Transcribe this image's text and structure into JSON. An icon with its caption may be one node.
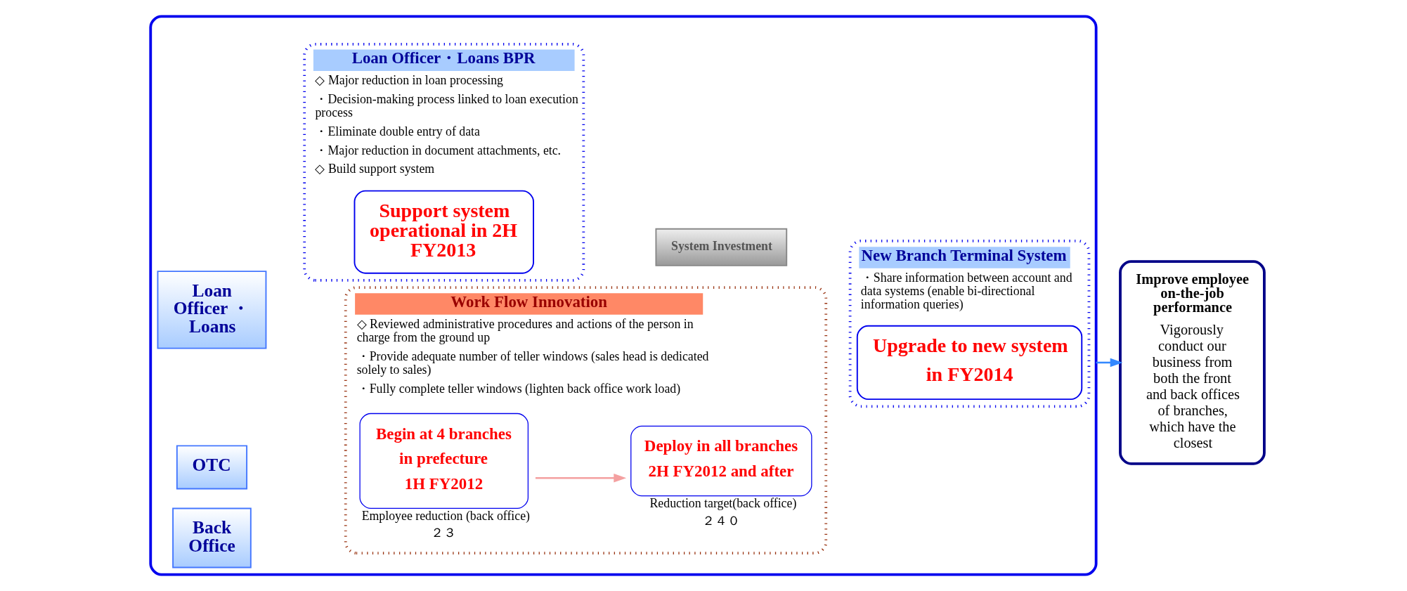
{
  "diagram": {
    "nodes": [
      {
        "text": [],
        "shape": "box"
      },
      {
        "text": [
          "Loan Officer ・ Loans"
        ],
        "in": 0
      },
      {
        "text": [
          "OTC"
        ],
        "in": 0
      },
      {
        "text": [
          "Back Office"
        ],
        "in": 0
      },
      {
        "text": [
          "Loan Officer・Loans BPR",
          "◇ Major reduction in loan processing",
          "・Decision-making process linked to loan execution process",
          "・Eliminate double entry of data",
          "・Major reduction in document attachments, etc.",
          "◇ Build support system"
        ],
        "in": 0
      },
      {
        "text": [
          "Support system operational in 2H FY2013"
        ],
        "in": 4
      },
      {
        "text": [
          "System Investment"
        ],
        "in": 0
      },
      {
        "text": [
          "Work Flow Innovation",
          "◇ Reviewed administrative procedures and actions of the person in charge from the ground up",
          "・Provide adequate number of teller windows (sales head is dedicated solely to sales)",
          "・Fully complete teller windows (lighten back office work load)"
        ],
        "in": 0
      },
      {
        "text": [
          "Begin at 4 branches",
          "in prefecture",
          "1H FY2012"
        ],
        "in": 7,
        "beside": [
          "Employee reduction (back office)",
          "２３"
        ]
      },
      {
        "text": [
          "Deploy in all branches",
          "2H FY2012 and after"
        ],
        "in": 7,
        "beside": [
          "Reduction target(back office)",
          "２４０"
        ]
      },
      {
        "text": [
          "New Branch Terminal System",
          "・Share information between account and data systems (enable bi-directional information queries)"
        ],
        "in": 0
      },
      {
        "text": [
          "Upgrade to new system",
          "in FY2014"
        ],
        "in": 10
      },
      {
        "text": [
          "Improve employee on-the-job performance",
          "Vigorously conduct our business from both the front and back offices of branches, which have the closest"
        ]
      }
    ],
    "edges": [
      {
        "from": 8,
        "to": 9,
        "arrow": "to",
        "color": "#f4a0a0"
      },
      {
        "from": 0,
        "to": 12,
        "arrow": "to",
        "color": "#3388ff"
      }
    ]
  }
}
